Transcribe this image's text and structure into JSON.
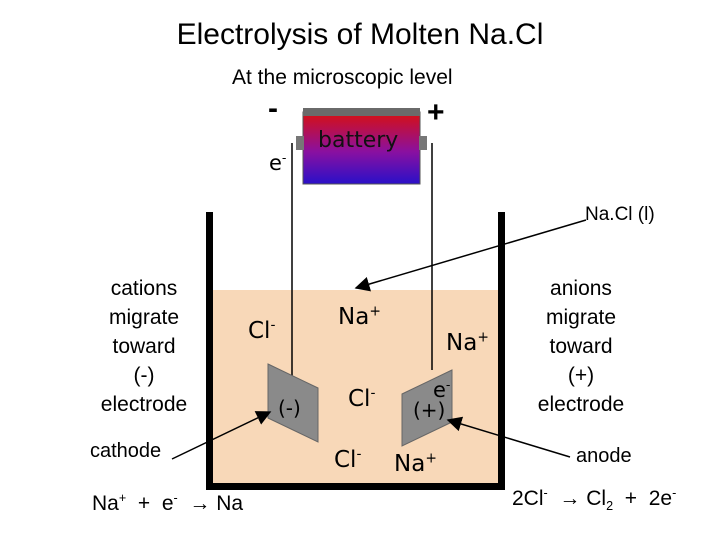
{
  "title": "Electrolysis of Molten Na.Cl",
  "subtitle": "At the microscopic level",
  "battery": {
    "label": "battery",
    "neg_sign": "-",
    "pos_sign": "+"
  },
  "electron_label": {
    "base": "e",
    "sup": "-"
  },
  "electrolyte_label": "Na.Cl (l)",
  "left_note": [
    "cations",
    "migrate",
    "toward",
    "(-)",
    "electrode"
  ],
  "right_note": [
    "anions",
    "migrate",
    "toward",
    "(+)",
    "electrode"
  ],
  "cathode_label": "cathode",
  "anode_label": "anode",
  "neg_electrode_label": "(-)",
  "pos_electrode_label": "(+)",
  "ions": {
    "cl": {
      "base": "Cl",
      "sup": "-"
    },
    "na": {
      "base": "Na",
      "sup": "+"
    }
  },
  "cathode_equation": {
    "lhs_base": "Na",
    "lhs_sup": "+",
    "plus": "+",
    "e_base": "e",
    "e_sup": "-",
    "arrow": "→",
    "product": "Na"
  },
  "anode_equation": {
    "coef": "2Cl",
    "coef_sup": "-",
    "arrow": "→",
    "product": "Cl",
    "product_sub": "2",
    "plus": "+",
    "electrons": "2e",
    "electrons_sup": "-"
  },
  "colors": {
    "electrolyte": "#f8d8b8",
    "battery_top": "#d01010",
    "battery_bottom": "#3010c0",
    "battery_cap": "#707070",
    "electrode": "#8a8a8a",
    "wire": "#000000"
  }
}
